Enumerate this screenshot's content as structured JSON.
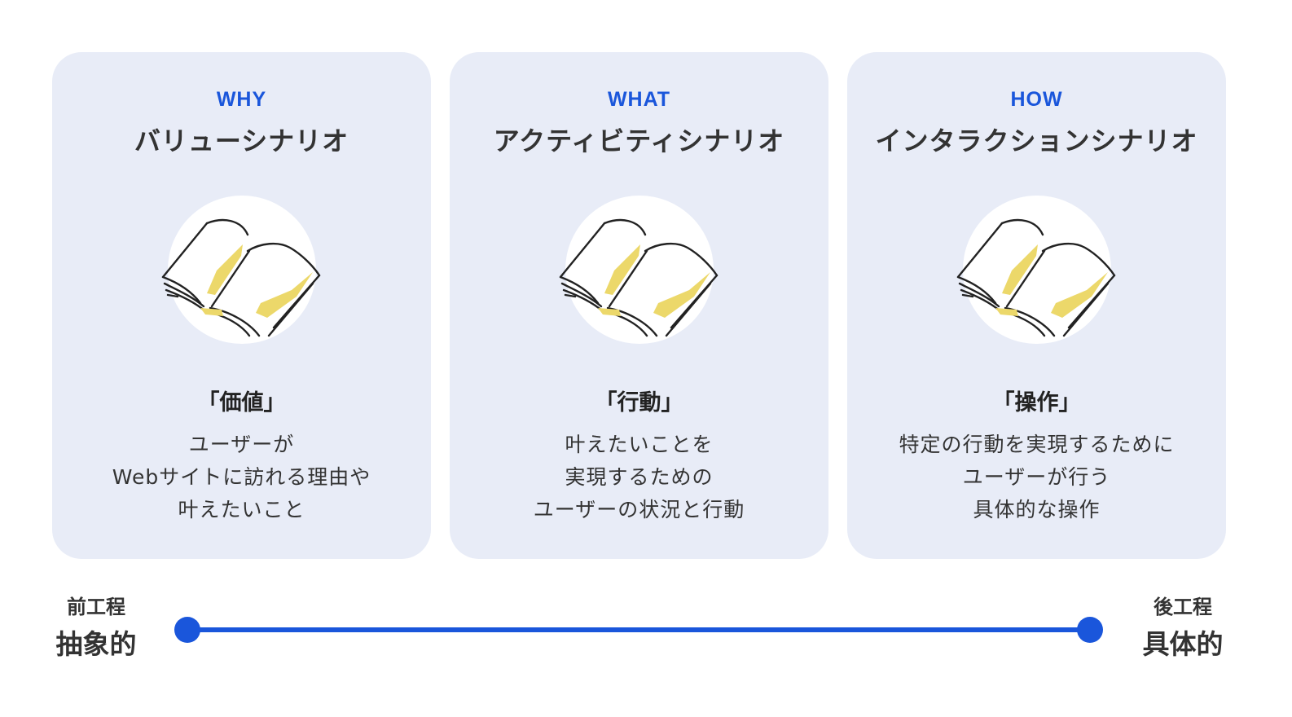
{
  "cards": [
    {
      "eyebrow": "WHY",
      "title": "バリューシナリオ",
      "keyword": "「価値」",
      "description": [
        "ユーザーが",
        "Webサイトに訪れる理由や",
        "叶えたいこと"
      ],
      "icon": "open-book-icon"
    },
    {
      "eyebrow": "WHAT",
      "title": "アクティビティシナリオ",
      "keyword": "「行動」",
      "description": [
        "叶えたいことを",
        "実現するための",
        "ユーザーの状況と行動"
      ],
      "icon": "open-book-icon"
    },
    {
      "eyebrow": "HOW",
      "title": "インタラクションシナリオ",
      "keyword": "「操作」",
      "description": [
        "特定の行動を実現するために",
        "ユーザーが行う",
        "具体的な操作"
      ],
      "icon": "open-book-icon"
    }
  ],
  "scale": {
    "start_sub": "前工程",
    "start_main": "抽象的",
    "end_sub": "後工程",
    "end_main": "具体的"
  },
  "colors": {
    "accent": "#1a56db",
    "card_bg": "#e8ecf7",
    "highlight": "#ecd86a"
  }
}
